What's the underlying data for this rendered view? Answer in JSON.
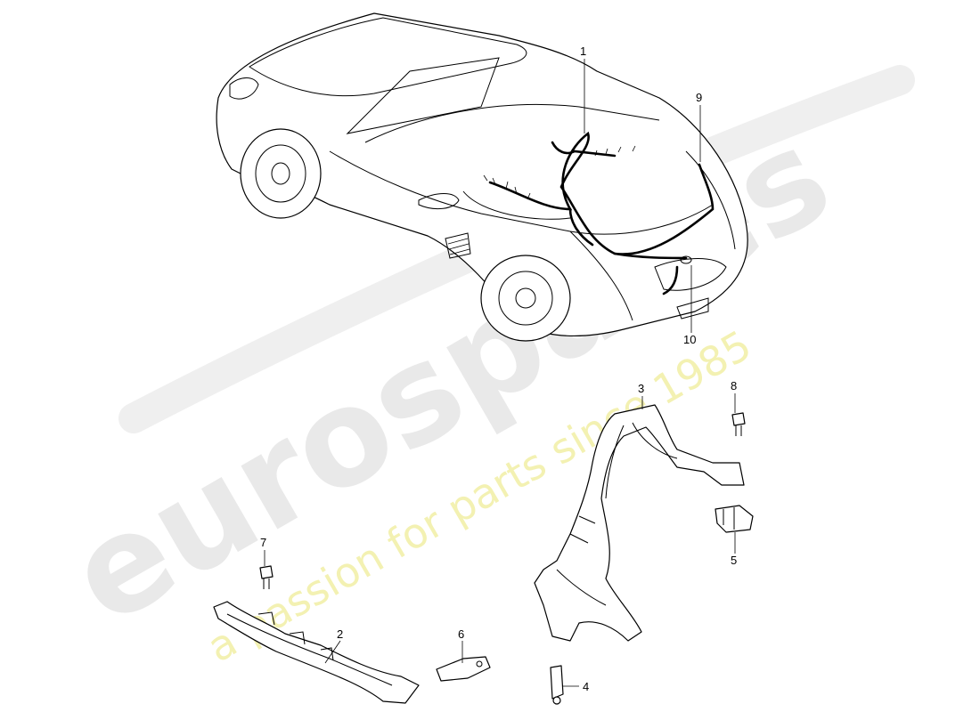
{
  "watermark": {
    "brand": "eurospares",
    "tagline": "a passion for parts since 1985"
  },
  "callouts": [
    {
      "id": "1",
      "label": "1"
    },
    {
      "id": "2",
      "label": "2"
    },
    {
      "id": "3",
      "label": "3"
    },
    {
      "id": "4",
      "label": "4"
    },
    {
      "id": "5",
      "label": "5"
    },
    {
      "id": "6",
      "label": "6"
    },
    {
      "id": "7",
      "label": "7"
    },
    {
      "id": "8",
      "label": "8"
    },
    {
      "id": "9",
      "label": "9"
    },
    {
      "id": "10",
      "label": "10"
    }
  ]
}
